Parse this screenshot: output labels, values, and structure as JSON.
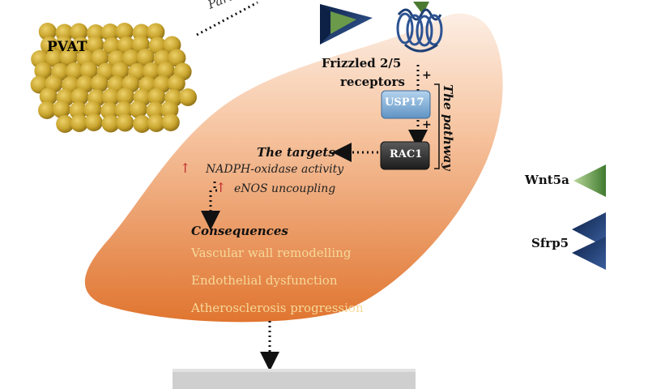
{
  "labels": {
    "pvat": "PVAT",
    "paracrine": "Paracri",
    "frizzled": "Frizzled 2/5",
    "receptors": "receptors",
    "usp17": "USP17",
    "rac1": "RAC1",
    "pathway": "The pathway",
    "targets_title": "The targets",
    "target_1": "NADPH-oxidase activity",
    "target_2": "eNOS uncoupling",
    "consequences_title": "Consequences",
    "consequence_1": "Vascular wall remodelling",
    "consequence_2": "Endothelial dysfunction",
    "consequence_3": "Atherosclerosis progression",
    "plus_1": "+",
    "plus_2": "+",
    "up_1": "↑",
    "up_2": "↑",
    "wnt5a": "Wnt5a",
    "sfrp5": "Sfrp5"
  },
  "colors": {
    "pvat_ball": "#c9a52e",
    "vessel_top": "#fbe6d8",
    "vessel_bottom": "#e07a35",
    "usp17_box": "#7fb0d8",
    "rac1_box": "#2e2e2e",
    "wnt5a_green": "#6a9a4a",
    "sfrp5_navy": "#1c3563",
    "up_arrow_red": "#c0282a"
  }
}
